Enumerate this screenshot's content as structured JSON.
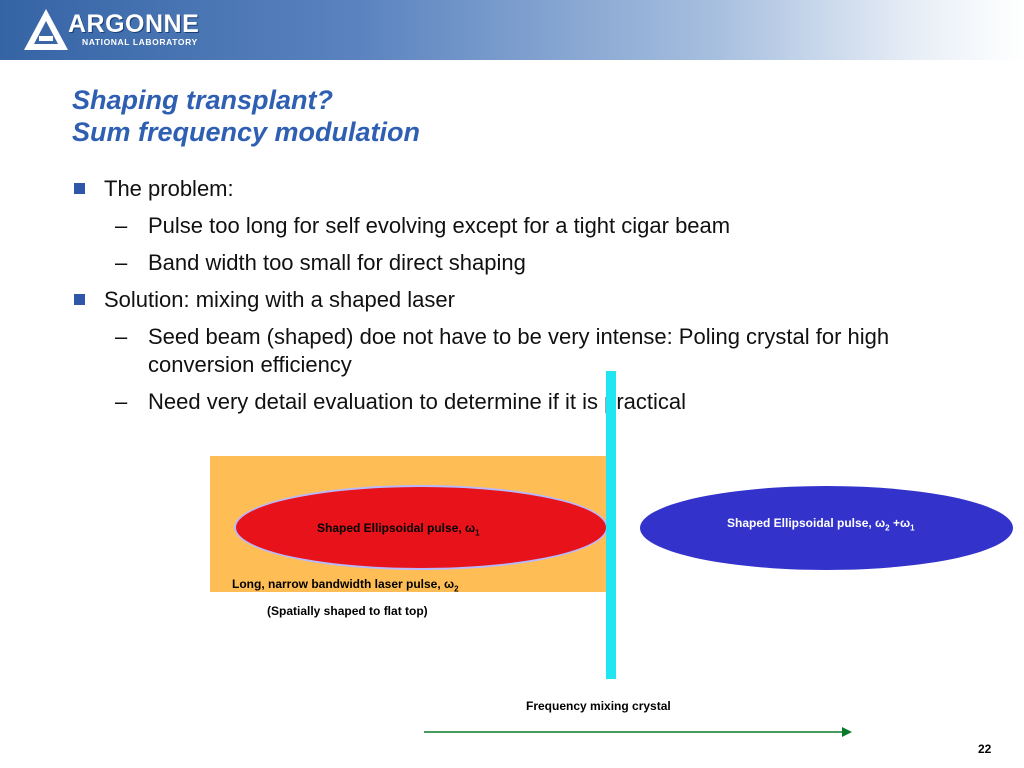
{
  "header": {
    "logo_word": "ARGONNE",
    "logo_sub": "NATIONAL LABORATORY",
    "logo_icon": "argonne-triangle-icon"
  },
  "title": {
    "line1": "Shaping transplant?",
    "line2": "Sum frequency modulation"
  },
  "bullets": [
    {
      "text": "The problem:",
      "sub": [
        "Pulse too long for self evolving except for a tight cigar beam",
        "Band width too small for direct shaping"
      ]
    },
    {
      "text": "Solution: mixing with a shaped laser",
      "sub": [
        "Seed beam (shaped) doe not have to be very intense: Poling crystal for high conversion efficiency",
        "Need very detail evaluation to determine if it is practical"
      ]
    }
  ],
  "bullet_marker": "–",
  "diagram": {
    "red_pulse_label": "Shaped Ellipsoidal pulse, ",
    "red_omega": "ω",
    "red_sub": "1",
    "blue_pulse_label": "Shaped Ellipsoidal pulse, ",
    "blue_omega1": "ω",
    "blue_sub1": "2",
    "blue_plus": " +",
    "blue_omega2": "ω",
    "blue_sub2": "1",
    "long_pulse_label": "Long, narrow bandwidth laser pulse, ",
    "long_omega": "ω",
    "long_sub": "2",
    "spatial_label": "(Spatially shaped to flat top)",
    "crystal_label": "Frequency mixing crystal"
  },
  "colors": {
    "title": "#2f5fb2",
    "bullet_square": "#2f56a8",
    "orange_box": "#ffbe55",
    "red_pulse": "#e8131a",
    "blue_pulse": "#3333cc",
    "crystal": "#22e5f2",
    "arrow": "#0a7a2a"
  },
  "page_number": "22"
}
